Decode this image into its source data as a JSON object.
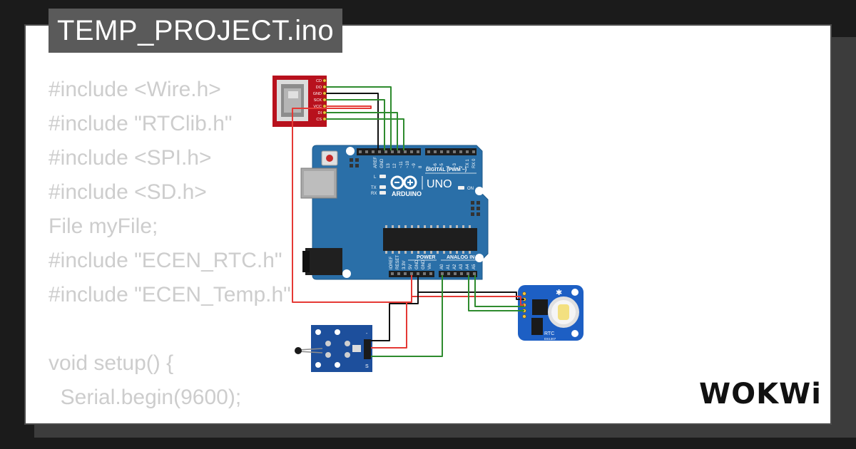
{
  "project": {
    "filename": "TEMP_PROJECT.ino"
  },
  "code_lines": [
    "#include <Wire.h>",
    "#include \"RTClib.h\"",
    "#include <SPI.h>",
    "#include <SD.h>",
    "File myFile;",
    "#include \"ECEN_RTC.h\"",
    "#include \"ECEN_Temp.h\"",
    "",
    "void setup() {",
    "  Serial.begin(9600);"
  ],
  "sd_module": {
    "pins": [
      "CD",
      "DO",
      "GND",
      "SCK",
      "VCC",
      "DI",
      "CS"
    ]
  },
  "arduino": {
    "brand": "ARDUINO",
    "model": "UNO",
    "digital_header": "DIGITAL (PWM ~)",
    "power_header": "POWER",
    "analog_header": "ANALOG IN",
    "on_label": "ON",
    "l_label": "L",
    "tx_label": "TX",
    "rx_label": "RX",
    "top_pins": [
      "AREF",
      "GND",
      "13",
      "12",
      "~11",
      "~10",
      "~9",
      "8",
      "7",
      "~6",
      "~5",
      "4",
      "~3",
      "2",
      "TX 1",
      "RX 0"
    ],
    "power_pins": [
      "IOREF",
      "RESET",
      "3.3V",
      "5V",
      "GND",
      "GND",
      "Vin"
    ],
    "analog_pins": [
      "A0",
      "A1",
      "A2",
      "A3",
      "A4",
      "A5"
    ]
  },
  "rtc_module": {
    "label": "RTC",
    "chip": "DS1307"
  },
  "temp_sensor": {
    "pin_minus": "-",
    "pin_s": "S"
  },
  "brand": {
    "logo": "WOKWi"
  },
  "colors": {
    "wire_red": "#e53935",
    "wire_black": "#111111",
    "wire_green": "#2e8b2e",
    "arduino_blue": "#2a6fa8",
    "sd_red": "#b8111d",
    "rtc_blue": "#1d5fc4",
    "sensor_blue": "#1d4f9c"
  }
}
